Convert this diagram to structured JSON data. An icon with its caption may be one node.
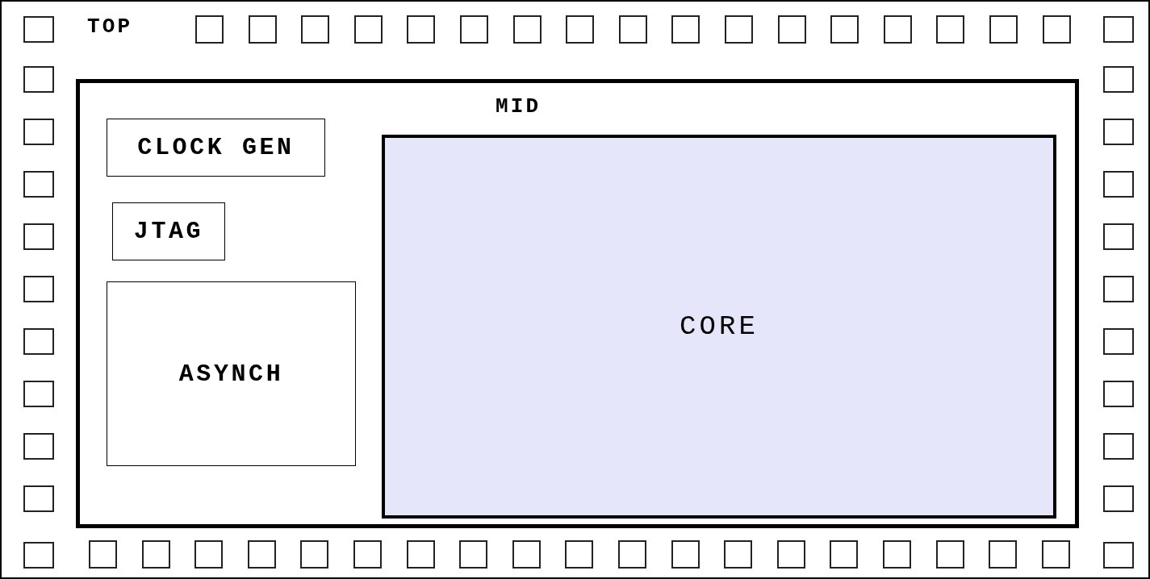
{
  "diagram": {
    "nodes": [
      {
        "text": [
          "TOP"
        ]
      },
      {
        "text": [],
        "shape": "box",
        "in": 0
      },
      {
        "text": [],
        "shape": "box",
        "in": 0
      },
      {
        "text": [],
        "shape": "box",
        "in": 0
      },
      {
        "text": [],
        "shape": "box",
        "in": 0
      },
      {
        "text": [],
        "shape": "box",
        "in": 0
      },
      {
        "text": [],
        "shape": "box",
        "in": 0
      },
      {
        "text": [],
        "shape": "box",
        "in": 0
      },
      {
        "text": [],
        "shape": "box",
        "in": 0
      },
      {
        "text": [],
        "shape": "box",
        "in": 0
      },
      {
        "text": [],
        "shape": "box",
        "in": 0
      },
      {
        "text": [],
        "shape": "box",
        "in": 0
      },
      {
        "text": [],
        "shape": "box",
        "in": 0
      },
      {
        "text": [],
        "shape": "box",
        "in": 0
      },
      {
        "text": [],
        "shape": "box",
        "in": 0
      },
      {
        "text": [],
        "shape": "box",
        "in": 0
      },
      {
        "text": [],
        "shape": "box",
        "in": 0
      },
      {
        "text": [],
        "shape": "box",
        "in": 0
      },
      {
        "text": [],
        "shape": "box",
        "in": 0
      },
      {
        "text": [],
        "shape": "box",
        "in": 0
      },
      {
        "text": [],
        "shape": "box",
        "in": 0
      },
      {
        "text": [],
        "shape": "box",
        "in": 0
      },
      {
        "text": [],
        "shape": "box",
        "in": 0
      },
      {
        "text": [],
        "shape": "box",
        "in": 0
      },
      {
        "text": [],
        "shape": "box",
        "in": 0
      },
      {
        "text": [],
        "shape": "box",
        "in": 0
      },
      {
        "text": [],
        "shape": "box",
        "in": 0
      },
      {
        "text": [],
        "shape": "box",
        "in": 0
      },
      {
        "text": [],
        "shape": "box",
        "in": 0
      },
      {
        "text": [],
        "shape": "box",
        "in": 0
      },
      {
        "text": [],
        "shape": "box",
        "in": 0
      },
      {
        "text": [],
        "shape": "box",
        "in": 0
      },
      {
        "text": [],
        "shape": "box",
        "in": 0
      },
      {
        "text": [],
        "shape": "box",
        "in": 0
      },
      {
        "text": [],
        "shape": "box",
        "in": 0
      },
      {
        "text": [],
        "shape": "box",
        "in": 0
      },
      {
        "text": [],
        "shape": "box",
        "in": 0
      },
      {
        "text": [],
        "shape": "box",
        "in": 0
      },
      {
        "text": [],
        "shape": "box",
        "in": 0
      },
      {
        "text": [],
        "shape": "box",
        "in": 0
      },
      {
        "text": [],
        "shape": "box",
        "in": 0
      },
      {
        "text": [],
        "shape": "box",
        "in": 0
      },
      {
        "text": [],
        "shape": "box",
        "in": 0
      },
      {
        "text": [],
        "shape": "box",
        "in": 0
      },
      {
        "text": [],
        "shape": "box",
        "in": 0
      },
      {
        "text": [],
        "shape": "box",
        "in": 0
      },
      {
        "text": [],
        "shape": "box",
        "in": 0
      },
      {
        "text": [],
        "shape": "box",
        "in": 0
      },
      {
        "text": [],
        "shape": "box",
        "in": 0
      },
      {
        "text": [],
        "shape": "box",
        "in": 0
      },
      {
        "text": [],
        "shape": "box",
        "in": 0
      },
      {
        "text": [],
        "shape": "box",
        "in": 0
      },
      {
        "text": [],
        "shape": "box",
        "in": 0
      },
      {
        "text": [],
        "shape": "box",
        "in": 0
      },
      {
        "text": [],
        "shape": "box",
        "in": 0
      },
      {
        "text": [],
        "shape": "box",
        "in": 0
      },
      {
        "text": [],
        "shape": "box",
        "in": 0
      },
      {
        "text": [],
        "shape": "box",
        "in": 0
      },
      {
        "text": [],
        "shape": "box",
        "in": 0
      },
      {
        "text": [
          "MID"
        ],
        "in": 0
      },
      {
        "text": [
          "CLOCK GEN"
        ],
        "in": 59
      },
      {
        "text": [
          "JTAG"
        ],
        "in": 59
      },
      {
        "text": [
          "ASYNCH"
        ],
        "in": 59
      },
      {
        "text": [
          "CORE"
        ],
        "in": 59
      }
    ]
  }
}
